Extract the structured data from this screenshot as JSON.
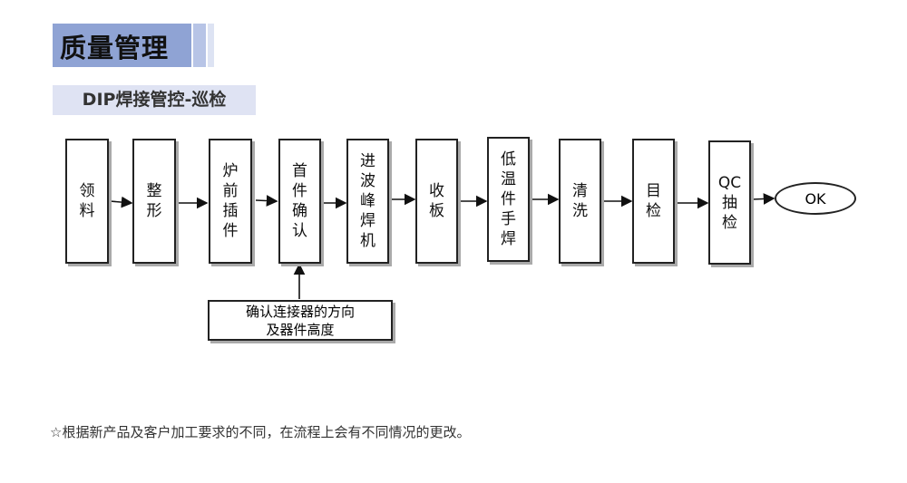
{
  "header": {
    "title": "质量管理",
    "subtitle": "DIP焊接管控-巡检"
  },
  "flow": {
    "steps": [
      "领料",
      "整形",
      "炉前插件",
      "首件确认",
      "进波峰焊机",
      "收板",
      "低温件手焊",
      "清洗",
      "目检",
      "QC抽检"
    ],
    "end": "OK",
    "note_line1": "确认连接器的方向",
    "note_line2": "及器件高度"
  },
  "footer": "☆根据新产品及客户加工要求的不同，在流程上会有不同情况的更改。"
}
